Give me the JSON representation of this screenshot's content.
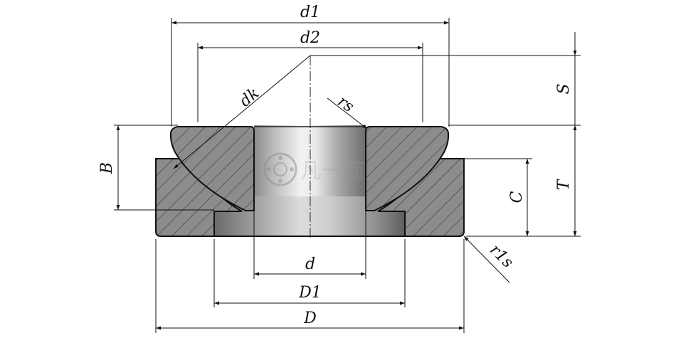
{
  "labels": {
    "d1": "d1",
    "d2": "d2",
    "dk": "dk",
    "rs": "rs",
    "S": "S",
    "B": "B",
    "C": "C",
    "T": "T",
    "r1s": "r1s",
    "d": "d",
    "D1": "D1",
    "D": "D"
  },
  "watermark": {
    "text": "凡一商城"
  },
  "colors": {
    "line": "#111111",
    "section_fill": "#8c8c8c",
    "bore_dark": "#6f6f6f",
    "bore_light": "#e6e6e6",
    "watermark": "#9a9a9a"
  }
}
